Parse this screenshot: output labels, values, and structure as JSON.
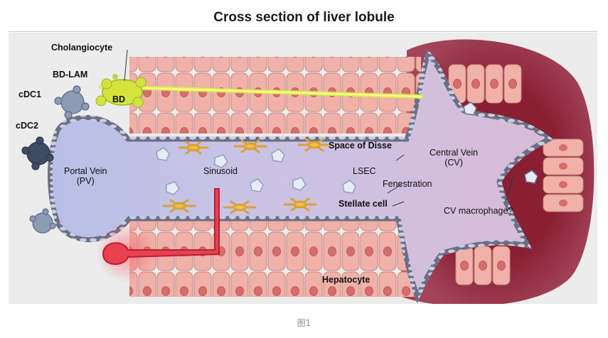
{
  "title": "Cross section of liver lobule",
  "caption": "图1",
  "labels": {
    "cholangiocyte": "Cholangiocyte",
    "bd_lam": "BD-LAM",
    "bd": "BD",
    "cdc1": "cDC1",
    "cdc2": "cDC2",
    "portal_vein": "Portal Vein\n(PV)",
    "sinusoid": "Sinusoid",
    "space_of_disse": "Space of Disse",
    "lsec": "LSEC",
    "fenestration": "Fenestration",
    "stellate_cell": "Stellate cell",
    "central_vein": "Central Vein\n(CV)",
    "cv_macrophage": "CV macrophage?",
    "hepatocyte": "Hepatocyte"
  },
  "colors": {
    "background": "#ececec",
    "hepatocyte": "#f0b0a8",
    "hepatocyte_nucleus": "#d06868",
    "central_zone": "#8b2234",
    "central_vein": "#d3b3d3",
    "portal_vein": "#b8c0e6",
    "sinusoid": "#cfc4e4",
    "bile_duct": "#dced46",
    "stellate": "#e8b13c",
    "dendritic_cell": "#8e9bb6",
    "artery": "#e83a4a"
  }
}
